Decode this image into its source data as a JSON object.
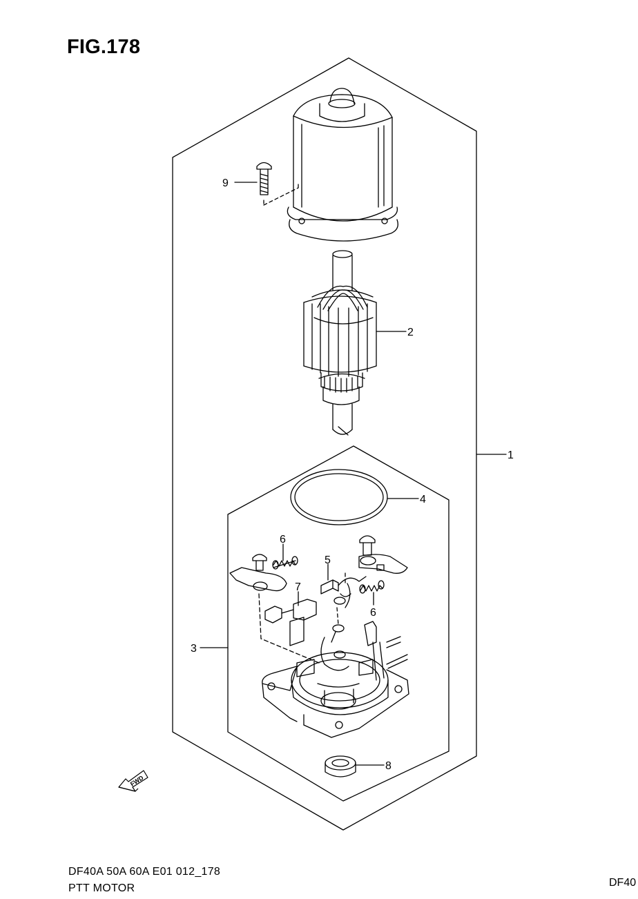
{
  "figure": {
    "title": "FIG.178",
    "model_code": "DF40A 50A 60A E01 012_178",
    "section_name": "PTT MOTOR",
    "corner_code": "DF40"
  },
  "callouts": {
    "c1": "1",
    "c2": "2",
    "c3": "3",
    "c4": "4",
    "c5": "5",
    "c6a": "6",
    "c6b": "6",
    "c7": "7",
    "c8": "8",
    "c9": "9"
  },
  "fwd_label": "FWD"
}
